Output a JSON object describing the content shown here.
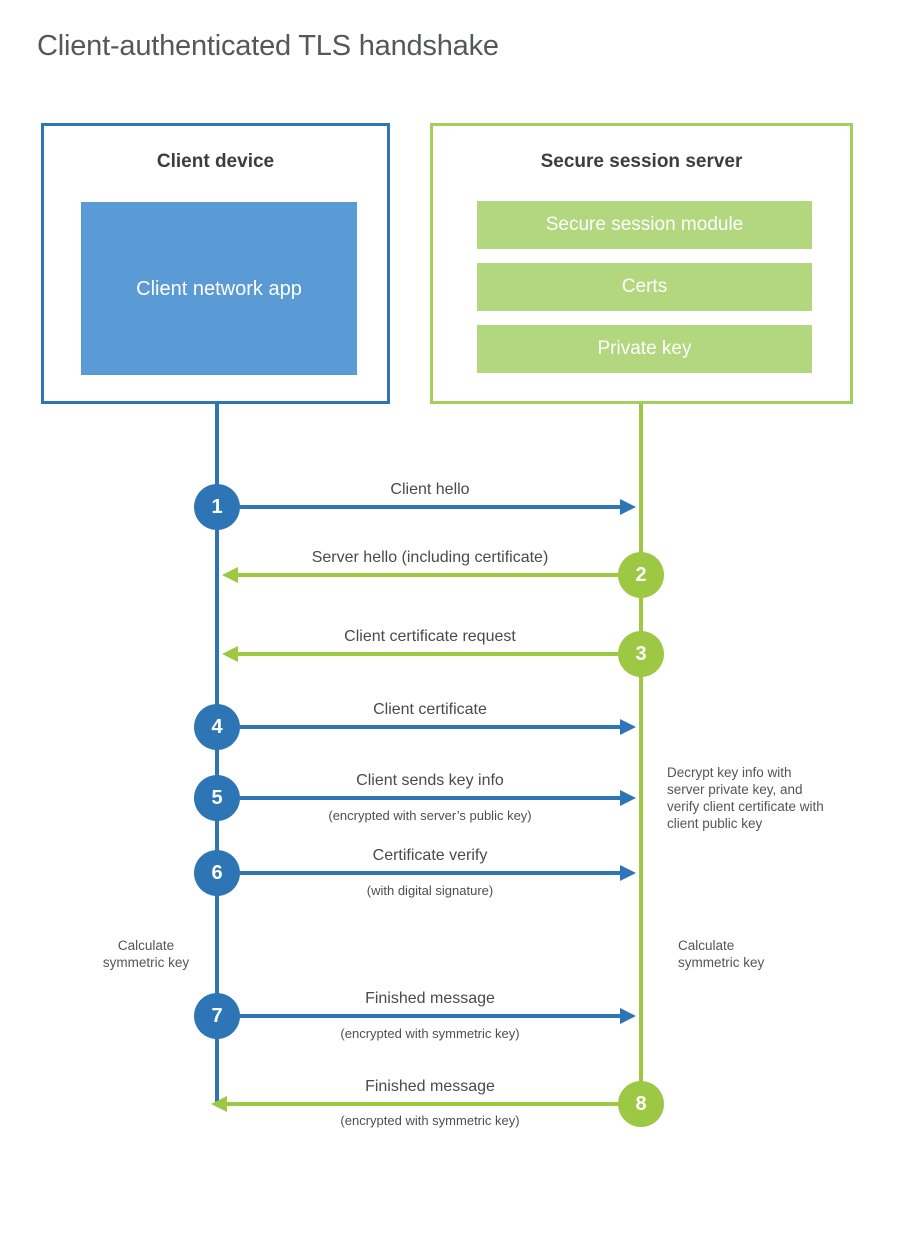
{
  "title": "Client-authenticated TLS handshake",
  "colors": {
    "blue": "#2e75b6",
    "blue_fill": "#5b9bd5",
    "green": "#9cc843",
    "green_border": "#a3cf5b",
    "green_fill": "#b3d77e",
    "heading_text": "#3d3d3d",
    "label_text": "#4a4a4a",
    "title_text": "#56575a"
  },
  "client_box": {
    "title": "Client device",
    "app_label": "Client network app"
  },
  "server_box": {
    "title": "Secure session server",
    "modules": [
      "Secure session module",
      "Certs",
      "Private key"
    ]
  },
  "steps": [
    {
      "num": "1",
      "direction": "right",
      "color": "blue",
      "label": "Client hello",
      "sub": ""
    },
    {
      "num": "2",
      "direction": "left",
      "color": "green",
      "label": "Server hello (including certificate)",
      "sub": ""
    },
    {
      "num": "3",
      "direction": "left",
      "color": "green",
      "label": "Client certificate request",
      "sub": ""
    },
    {
      "num": "4",
      "direction": "right",
      "color": "blue",
      "label": "Client certificate",
      "sub": ""
    },
    {
      "num": "5",
      "direction": "right",
      "color": "blue",
      "label": "Client sends key info",
      "sub": "(encrypted with server’s public key)"
    },
    {
      "num": "6",
      "direction": "right",
      "color": "blue",
      "label": "Certificate verify",
      "sub": "(with digital signature)"
    },
    {
      "num": "7",
      "direction": "right",
      "color": "blue",
      "label": "Finished message",
      "sub": "(encrypted with symmetric key)"
    },
    {
      "num": "8",
      "direction": "left",
      "color": "green",
      "label": "Finished message",
      "sub": "(encrypted with symmetric key)"
    }
  ],
  "notes": {
    "decrypt": "Decrypt key info with server private key, and verify client certificate with client public key",
    "calc_left": "Calculate symmetric key",
    "calc_right": "Calculate symmetric key"
  }
}
